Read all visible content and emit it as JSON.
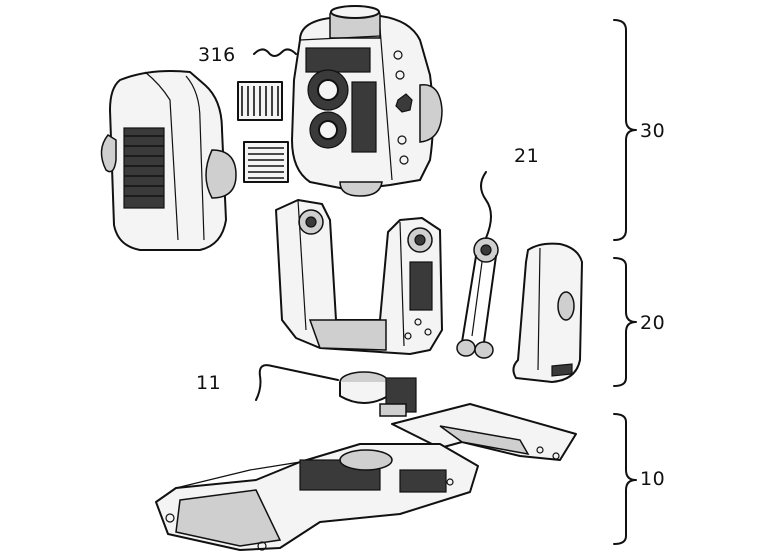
{
  "labels": {
    "part_316": "316",
    "part_21": "21",
    "part_11": "11",
    "group_30": "30",
    "group_20": "20",
    "group_10": "10"
  },
  "colors": {
    "line": "#111111",
    "background": "#ffffff",
    "shading": "#cfcfcf",
    "dark_detail": "#3a3a3a"
  }
}
